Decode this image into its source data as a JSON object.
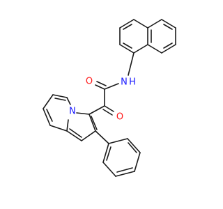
{
  "molecule": {
    "atoms": [
      {
        "symbol": "N",
        "color": "#1a1aff"
      },
      {
        "symbol": "H",
        "color": "#1a1aff"
      },
      {
        "symbol": "O",
        "color": "#ff1a1a"
      },
      {
        "symbol": "O",
        "color": "#ff1a1a"
      },
      {
        "symbol": "N",
        "color": "#1a1aff"
      }
    ],
    "bond_color": "#1a1a1a"
  }
}
